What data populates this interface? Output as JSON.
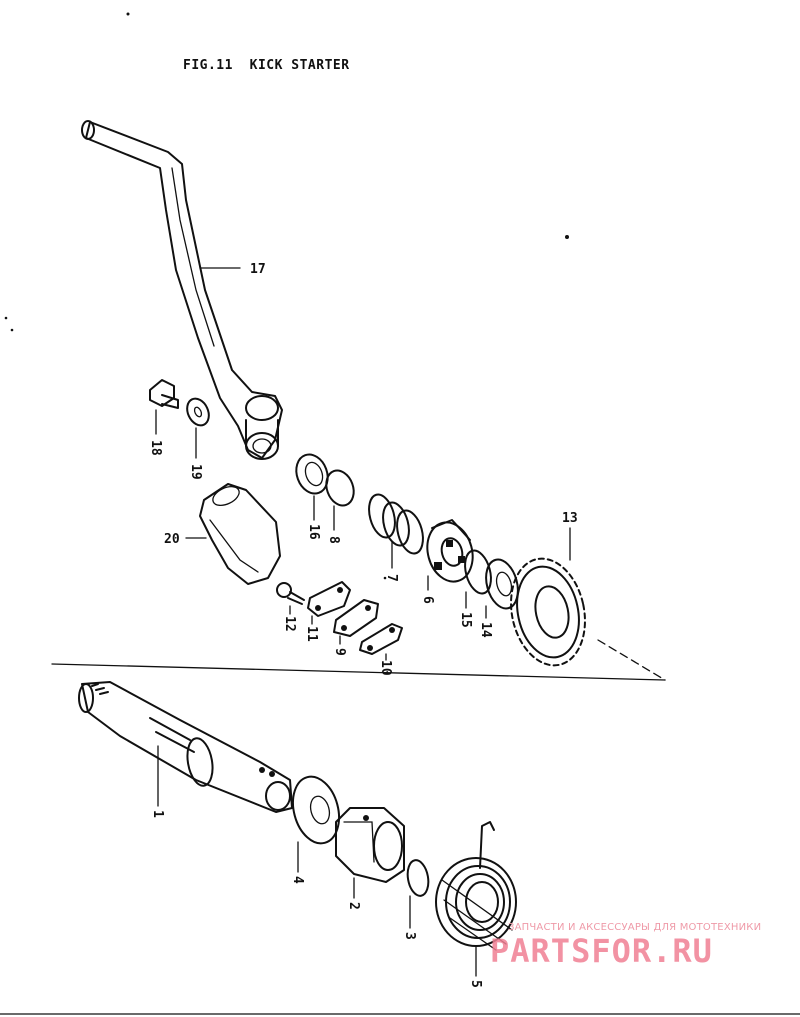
{
  "figure": {
    "fig_label": "FIG.11",
    "title": "KICK STARTER"
  },
  "parts": [
    {
      "ref": "1"
    },
    {
      "ref": "2"
    },
    {
      "ref": "3"
    },
    {
      "ref": "4"
    },
    {
      "ref": "5"
    },
    {
      "ref": "6"
    },
    {
      "ref": "7"
    },
    {
      "ref": "8"
    },
    {
      "ref": "9"
    },
    {
      "ref": "10"
    },
    {
      "ref": "11"
    },
    {
      "ref": "12"
    },
    {
      "ref": "13"
    },
    {
      "ref": "14"
    },
    {
      "ref": "15"
    },
    {
      "ref": "16"
    },
    {
      "ref": "17"
    },
    {
      "ref": "18"
    },
    {
      "ref": "19"
    },
    {
      "ref": "20"
    }
  ],
  "watermark": {
    "tagline": "ЗАПЧАСТИ И АКСЕССУАРЫ ДЛЯ МОТОТЕХНИКИ",
    "brand": "PARTSFOR.RU"
  },
  "colors": {
    "ink": "#111111",
    "watermark": "#f07f93",
    "background": "#ffffff"
  }
}
